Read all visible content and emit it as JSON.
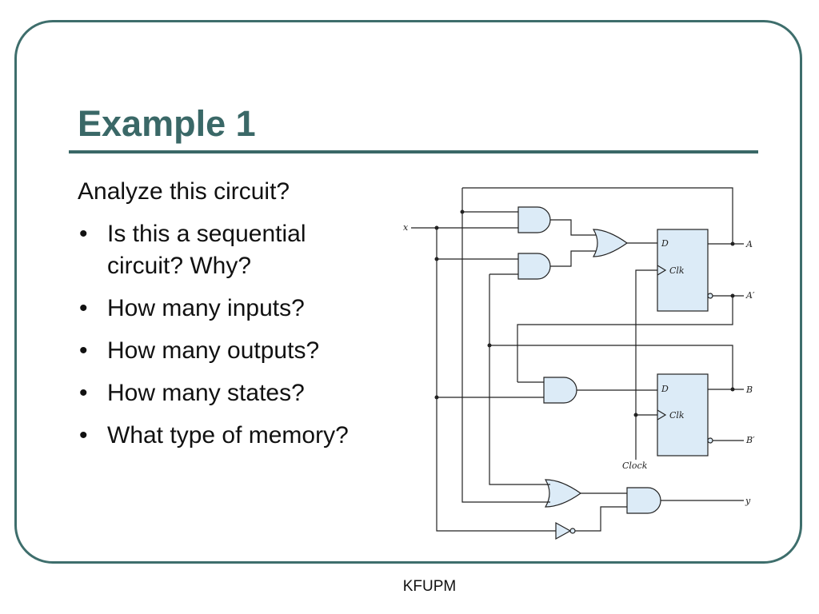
{
  "slide": {
    "title": "Example 1",
    "intro": "Analyze this circuit?",
    "bullets": [
      "Is this a sequential circuit? Why?",
      "How many inputs?",
      "How many outputs?",
      "How many states?",
      "What type of memory?"
    ],
    "footer": "KFUPM"
  },
  "circuit": {
    "input_label": "x",
    "ff_a": {
      "d_label": "D",
      "clk_label": "Clk",
      "q_label": "A",
      "qbar_label": "A′"
    },
    "ff_b": {
      "d_label": "D",
      "clk_label": "Clk",
      "q_label": "B",
      "qbar_label": "B′"
    },
    "clock_label": "Clock",
    "output_label": "y"
  },
  "colors": {
    "accent": "#3a6867",
    "frame": "#3e6e6c",
    "gate_fill": "#dcebf7"
  }
}
